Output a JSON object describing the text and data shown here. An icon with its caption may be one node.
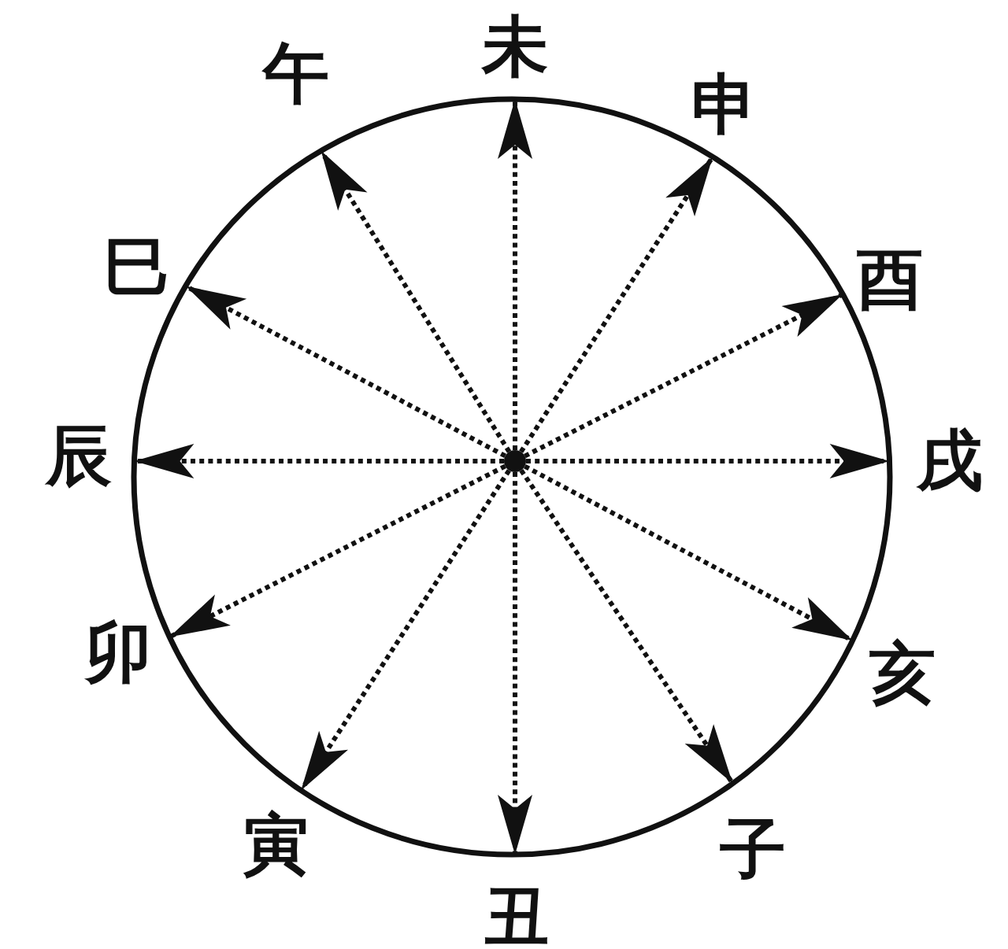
{
  "diagram": {
    "nodes": [
      {
        "text": [
          "未"
        ]
      },
      {
        "text": [
          "午"
        ]
      },
      {
        "text": [
          "申"
        ]
      },
      {
        "text": [
          "巳"
        ]
      },
      {
        "text": [
          "酉"
        ]
      },
      {
        "text": [
          "辰"
        ]
      },
      {
        "text": [],
        "shape": "circle"
      },
      {
        "text": [
          "戌"
        ]
      },
      {
        "text": [
          "卯"
        ]
      },
      {
        "text": [
          "亥"
        ]
      },
      {
        "text": [
          "寅"
        ]
      },
      {
        "text": [
          "子"
        ]
      },
      {
        "text": [
          "丑"
        ]
      }
    ],
    "edges": [
      {
        "from": 6,
        "to": 0,
        "arrow": "to",
        "style": "dashed"
      },
      {
        "from": 6,
        "to": 2,
        "arrow": "to",
        "style": "dashed"
      },
      {
        "from": 6,
        "to": 4,
        "arrow": "to",
        "style": "dashed"
      },
      {
        "from": 6,
        "to": 7,
        "arrow": "to",
        "style": "dashed"
      },
      {
        "from": 6,
        "to": 9,
        "arrow": "to",
        "style": "dashed"
      },
      {
        "from": 6,
        "to": 11,
        "arrow": "to",
        "style": "dashed"
      },
      {
        "from": 6,
        "to": 12,
        "arrow": "to",
        "style": "dashed"
      },
      {
        "from": 6,
        "to": 10,
        "arrow": "to",
        "style": "dashed"
      },
      {
        "from": 6,
        "to": 8,
        "arrow": "to",
        "style": "dashed"
      },
      {
        "from": 6,
        "to": 5,
        "arrow": "to",
        "style": "dashed"
      },
      {
        "from": 6,
        "to": 3,
        "arrow": "to",
        "style": "dashed"
      },
      {
        "from": 6,
        "to": 1,
        "arrow": "to",
        "style": "dashed"
      }
    ]
  }
}
